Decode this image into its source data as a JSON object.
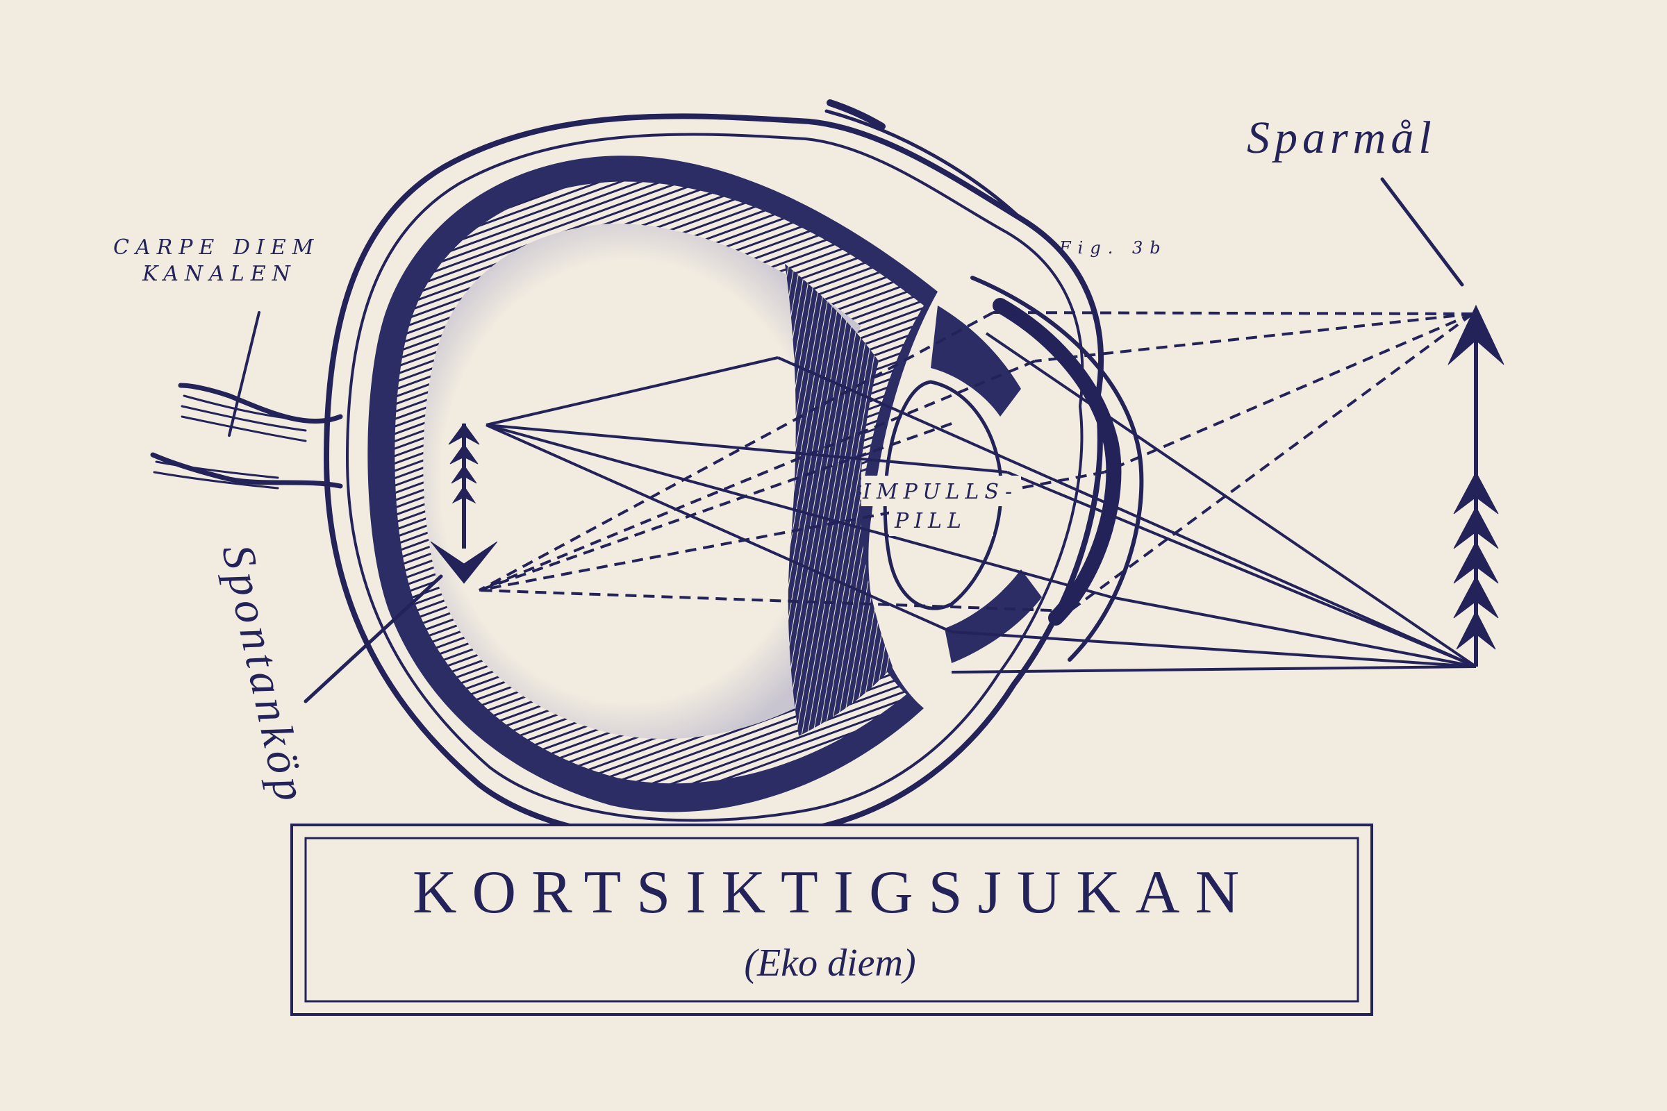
{
  "labels": {
    "canal_line1": "CARPE DIEM",
    "canal_line2": "KANALEN",
    "figure": "Fig. 3b",
    "object": "Sparmål",
    "retina": "Spontanköp",
    "pupil_line1": "IMPULLS-",
    "pupil_line2": "PILL"
  },
  "title_box": {
    "title": "KORTSIKTIGSJUKAN",
    "subtitle": "(Eko diem)"
  },
  "colors": {
    "ink": "#23235a",
    "paper": "#f1ebe0"
  }
}
